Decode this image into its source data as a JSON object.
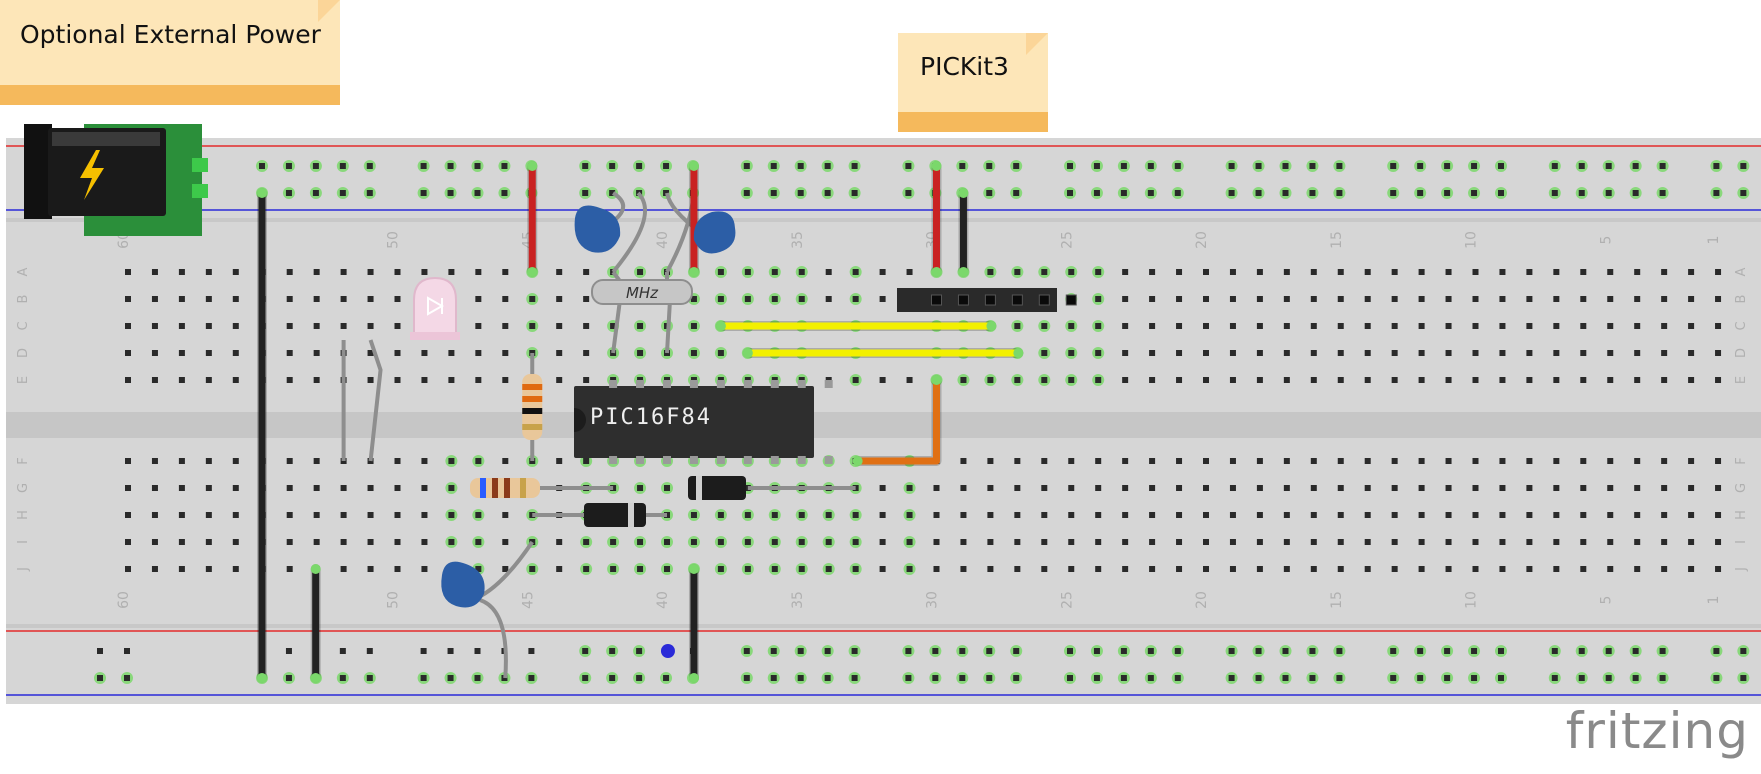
{
  "notes": {
    "power": "Optional External Power",
    "pickit": "PICKit3"
  },
  "chip": {
    "label": "PIC16F84"
  },
  "crystal": {
    "label": "MHz"
  },
  "board": {
    "row_letters": [
      "A",
      "B",
      "C",
      "D",
      "E",
      "F",
      "G",
      "H",
      "I",
      "J"
    ],
    "col_numbers": [
      "60",
      "50",
      "45",
      "40",
      "35",
      "30",
      "25",
      "20",
      "15",
      "10",
      "5",
      "1"
    ]
  },
  "logo": "fritzing",
  "colors": {
    "board": "#d6d6d6",
    "rail_red": "#e32b2b",
    "rail_blue": "#2a2ad8",
    "wire_red": "#c92222",
    "wire_black": "#222222",
    "wire_yellow": "#f3f000",
    "wire_orange": "#e07014",
    "connected_hole": "#7bd86b",
    "capacitor": "#2c5ea6",
    "pcb_green": "#2b8f3a"
  }
}
